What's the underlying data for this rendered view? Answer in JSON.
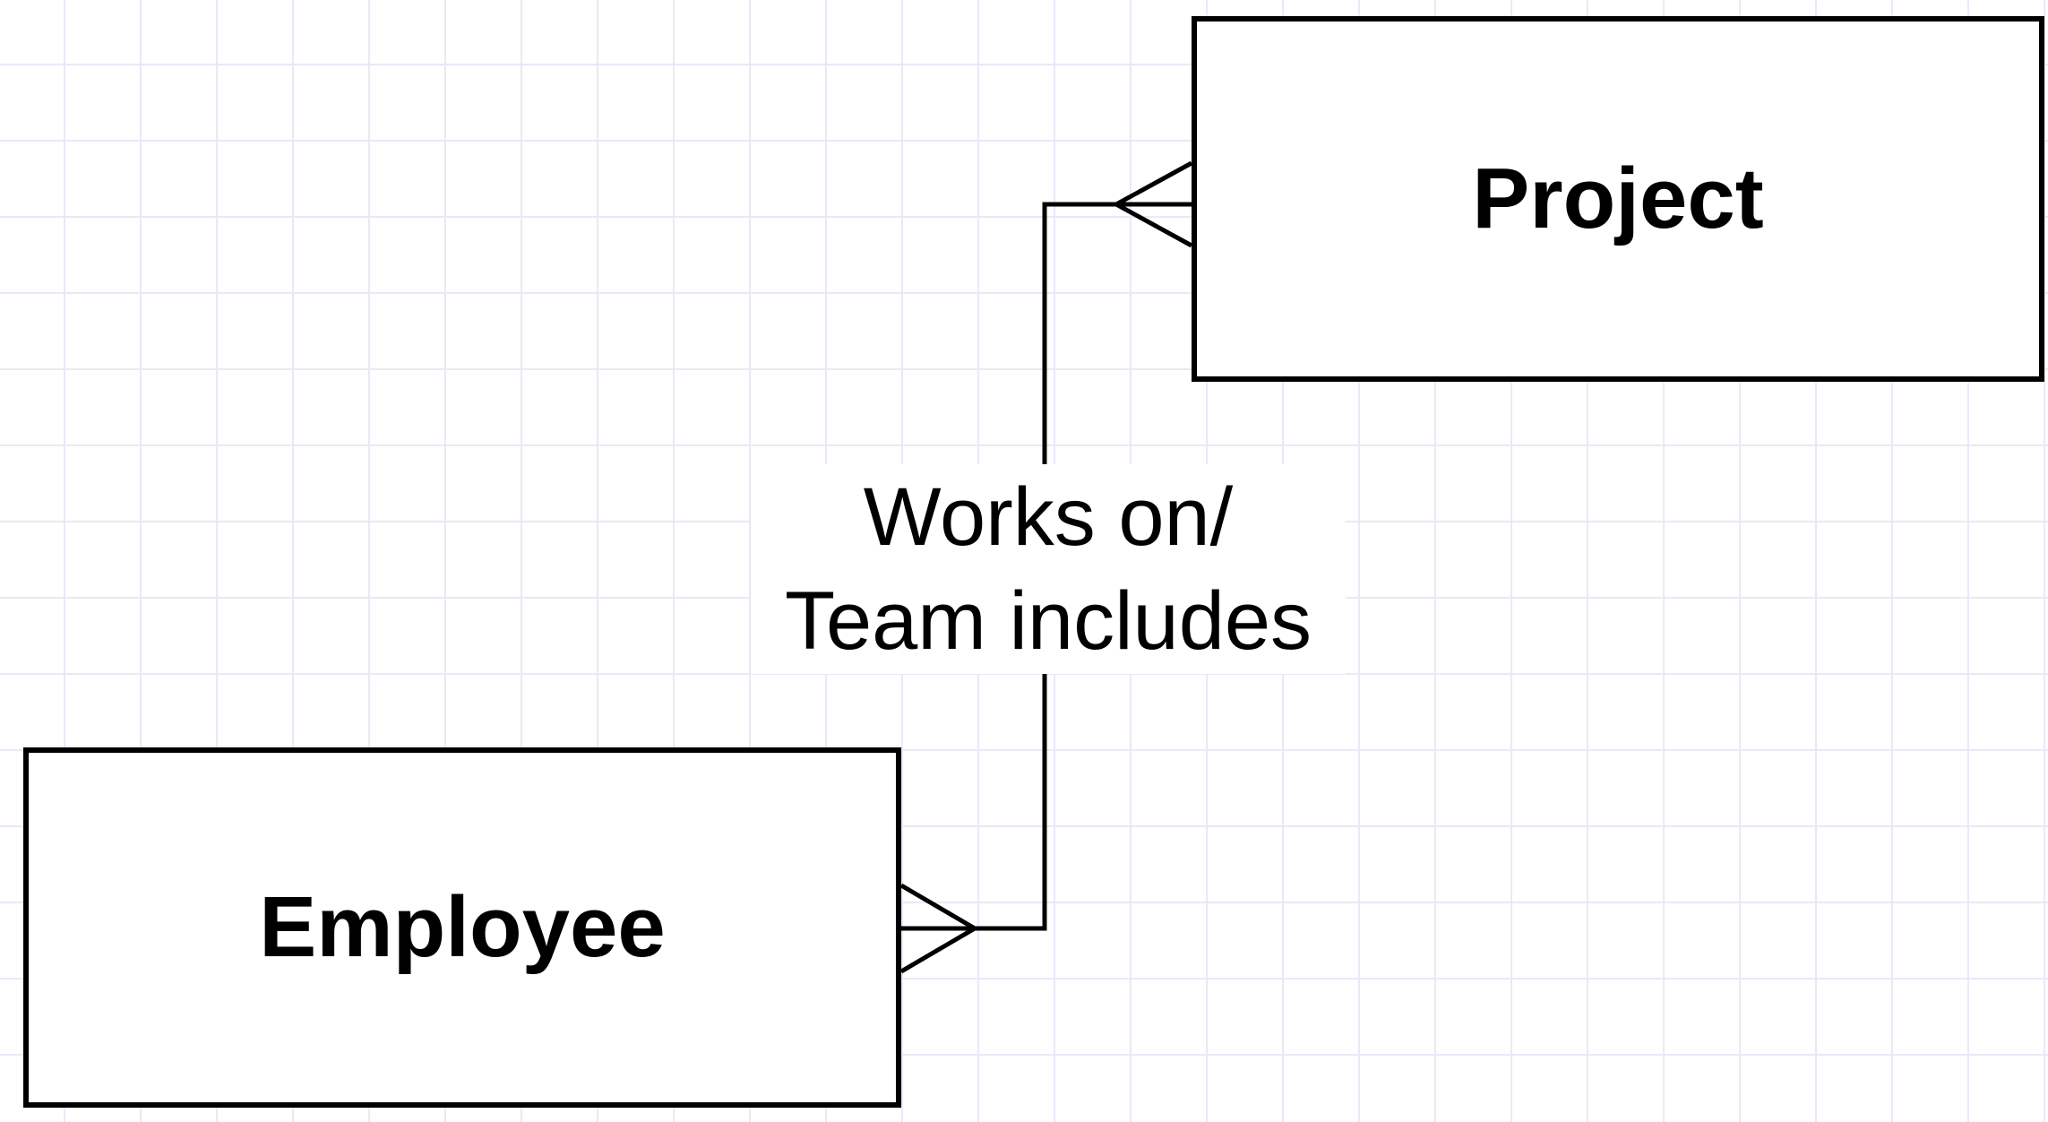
{
  "canvas": {
    "background_color": "#ffffff",
    "grid_color": "#e9e9f6"
  },
  "entities": [
    {
      "name": "Project"
    },
    {
      "name": "Employee"
    }
  ],
  "relationship": {
    "label_line1": "Works on/",
    "label_line2": "Team includes",
    "from_entity": "Employee",
    "to_entity": "Project",
    "from_cardinality": "many (crow's foot)",
    "to_cardinality": "many (crow's foot)",
    "line_color": "#000000"
  }
}
